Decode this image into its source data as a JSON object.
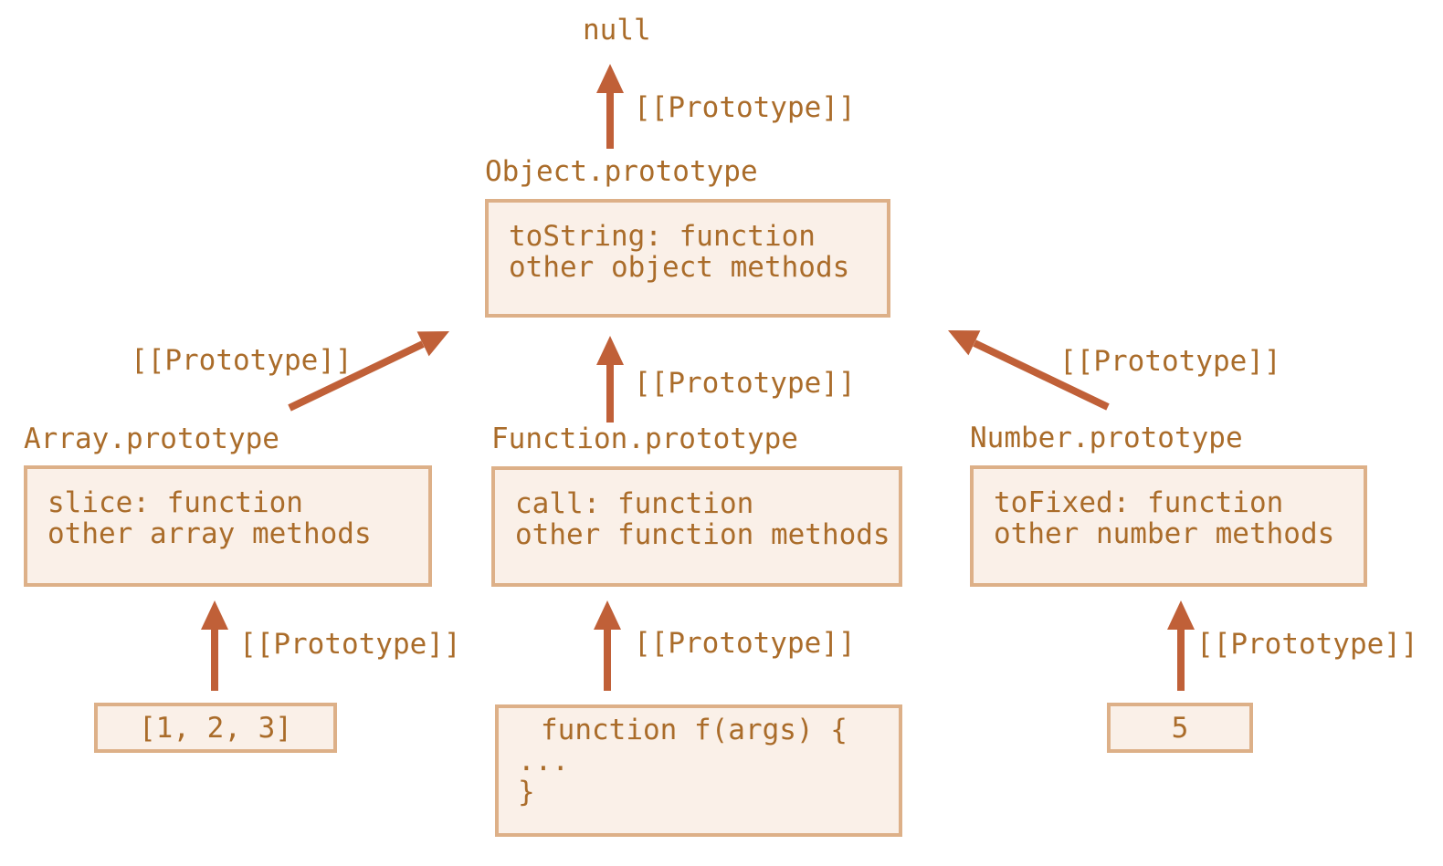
{
  "diagram": {
    "null_label": "null",
    "prototype_edge_label": "[[Prototype]]"
  },
  "nodes": {
    "object_prototype": {
      "title": "Object.prototype",
      "lines": [
        "toString: function",
        "other object methods"
      ]
    },
    "array_prototype": {
      "title": "Array.prototype",
      "lines": [
        "slice: function",
        "other array methods"
      ]
    },
    "function_prototype": {
      "title": "Function.prototype",
      "lines": [
        "call: function",
        "other function methods"
      ]
    },
    "number_prototype": {
      "title": "Number.prototype",
      "lines": [
        "toFixed: function",
        "other number methods"
      ]
    },
    "array_instance": {
      "value": "[1, 2, 3]"
    },
    "function_instance": {
      "lines": [
        "function f(args) {",
        "...",
        "}"
      ]
    },
    "number_instance": {
      "value": "5"
    }
  },
  "colors": {
    "text": "#aa6c2a",
    "arrow": "#c06038",
    "box_border": "#ddb088",
    "box_fill": "#faf0e8",
    "background": "#ffffff"
  }
}
